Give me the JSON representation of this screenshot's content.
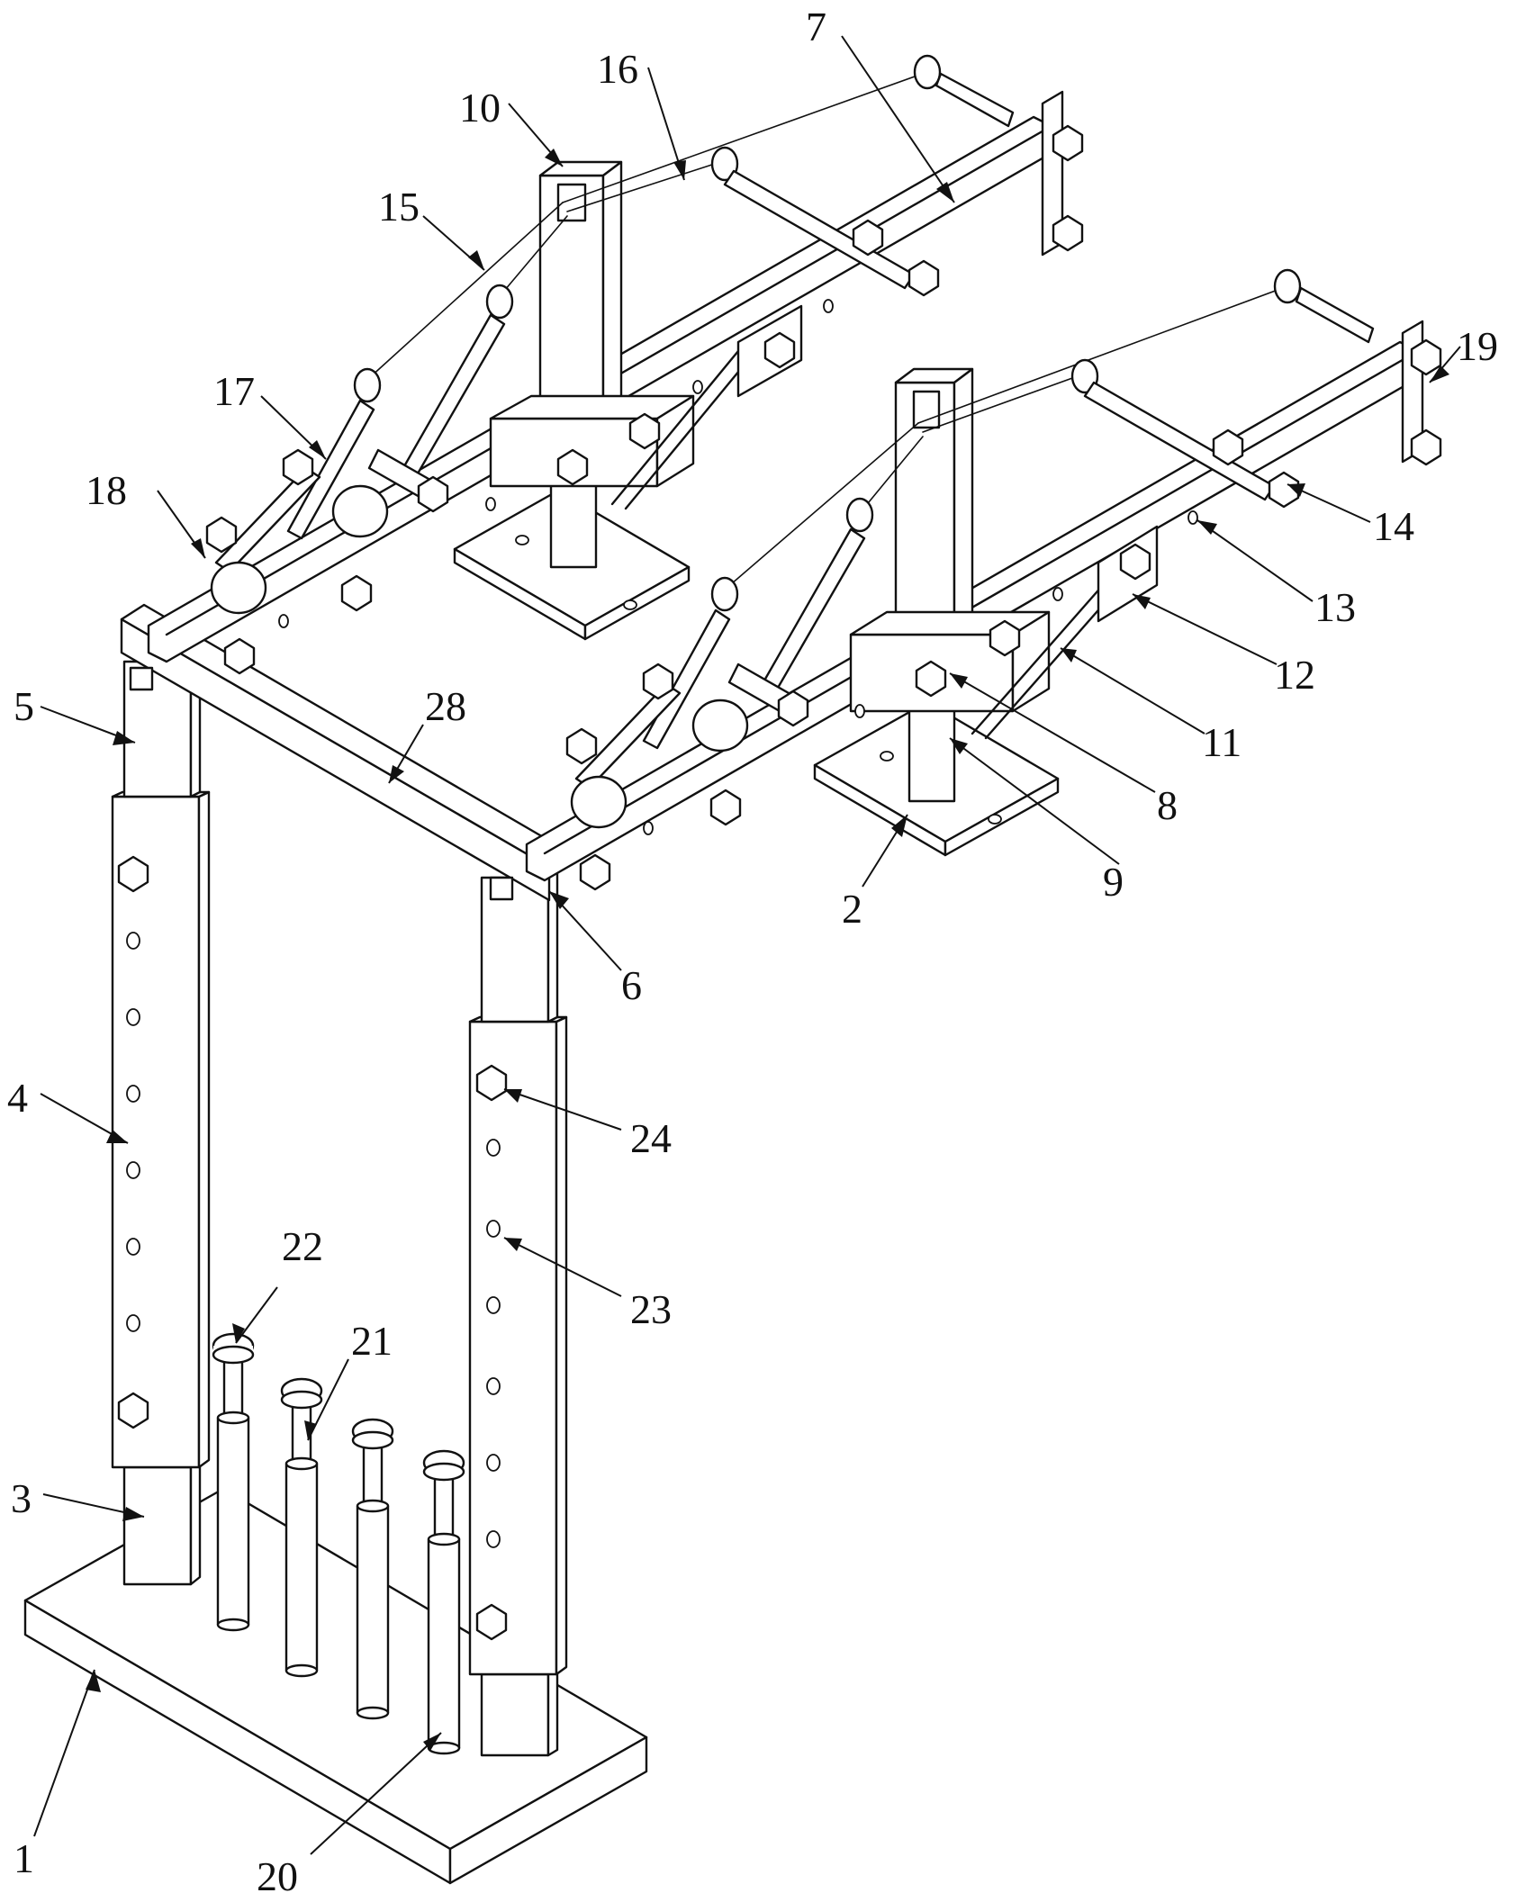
{
  "labels": [
    {
      "id": "1",
      "text": "1"
    },
    {
      "id": "2",
      "text": "2"
    },
    {
      "id": "3",
      "text": "3"
    },
    {
      "id": "4",
      "text": "4"
    },
    {
      "id": "5",
      "text": "5"
    },
    {
      "id": "6",
      "text": "6"
    },
    {
      "id": "7",
      "text": "7"
    },
    {
      "id": "8",
      "text": "8"
    },
    {
      "id": "9",
      "text": "9"
    },
    {
      "id": "10",
      "text": "10"
    },
    {
      "id": "11",
      "text": "11"
    },
    {
      "id": "12",
      "text": "12"
    },
    {
      "id": "13",
      "text": "13"
    },
    {
      "id": "14",
      "text": "14"
    },
    {
      "id": "15",
      "text": "15"
    },
    {
      "id": "16",
      "text": "16"
    },
    {
      "id": "17",
      "text": "17"
    },
    {
      "id": "18",
      "text": "18"
    },
    {
      "id": "19",
      "text": "19"
    },
    {
      "id": "20",
      "text": "20"
    },
    {
      "id": "21",
      "text": "21"
    },
    {
      "id": "22",
      "text": "22"
    },
    {
      "id": "23",
      "text": "23"
    },
    {
      "id": "24",
      "text": "24"
    },
    {
      "id": "28",
      "text": "28"
    }
  ]
}
